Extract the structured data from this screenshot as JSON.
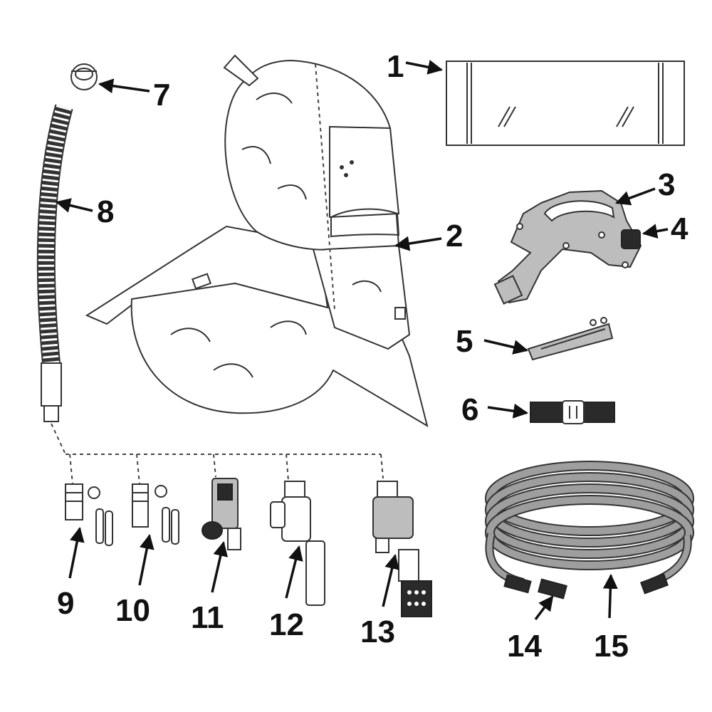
{
  "diagram": {
    "callouts": [
      {
        "id": "1",
        "text": "1"
      },
      {
        "id": "2",
        "text": "2"
      },
      {
        "id": "3",
        "text": "3"
      },
      {
        "id": "4",
        "text": "4"
      },
      {
        "id": "5",
        "text": "5"
      },
      {
        "id": "6",
        "text": "6"
      },
      {
        "id": "7",
        "text": "7"
      },
      {
        "id": "8",
        "text": "8"
      },
      {
        "id": "9",
        "text": "9"
      },
      {
        "id": "10",
        "text": "10"
      },
      {
        "id": "11",
        "text": "11"
      },
      {
        "id": "12",
        "text": "12"
      },
      {
        "id": "13",
        "text": "13"
      },
      {
        "id": "14",
        "text": "14"
      },
      {
        "id": "15",
        "text": "15"
      }
    ],
    "colors": {
      "line": "#333333",
      "fill_grey": "#bdbdbd",
      "fill_dark": "#2a2a2a",
      "background": "#ffffff"
    }
  }
}
